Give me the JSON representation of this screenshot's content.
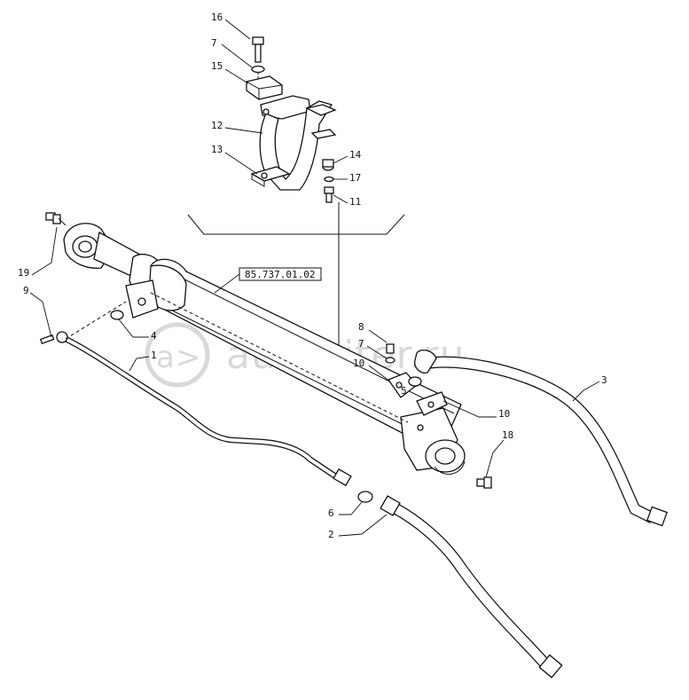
{
  "watermark": {
    "text": "autopiter.ru",
    "symbol": "a>"
  },
  "reference_box": "85.737.01.02",
  "callouts": {
    "c1": "1",
    "c2": "2",
    "c3": "3",
    "c4": "4",
    "c5a": "5",
    "c5b": "5",
    "c6": "6",
    "c7": "7",
    "c8": "8",
    "c9": "9",
    "c10a": "10",
    "c10b": "10",
    "c11": "11",
    "c12": "12",
    "c13": "13",
    "c14": "14",
    "c15": "15",
    "c16": "16",
    "c17": "17",
    "c18": "18",
    "c19": "19"
  }
}
